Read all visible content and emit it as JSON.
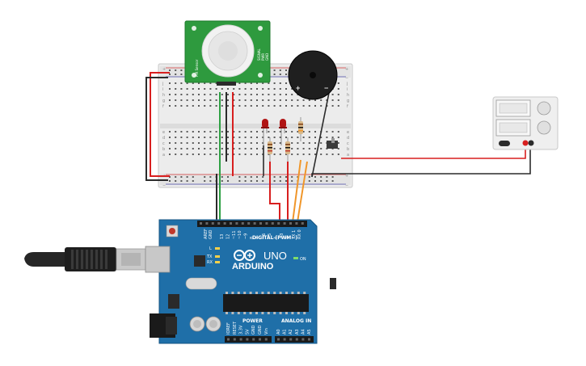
{
  "arduino": {
    "logo": "ARDUINO",
    "model": "UNO",
    "digital_header": "DIGITAL (PWM~)",
    "power_header": "POWER",
    "analog_header": "ANALOG IN",
    "on_label": "ON",
    "tx_label": "TX",
    "rx_label": "RX",
    "l_label": "L",
    "aref_label": "AREF",
    "gnd_label": "GND",
    "pin_labels": [
      "13",
      "12",
      "~11",
      "~10",
      "~9",
      "8",
      "7",
      "~6",
      "~5",
      "4",
      "~3",
      "2",
      "TX 1",
      "RX 0"
    ],
    "power_pins": [
      "IOREF",
      "RESET",
      "3.3V",
      "5V",
      "GND",
      "GND",
      "Vin"
    ],
    "analog_pins": [
      "A0",
      "A1",
      "A2",
      "A3",
      "A4",
      "A5"
    ],
    "board_color": "#1f6fa8"
  },
  "pir_sensor": {
    "label_left": "PIR Sensor",
    "pins": [
      "SIGNAL",
      "PWR",
      "GND"
    ],
    "board_color": "#2e9a3e"
  },
  "buzzer": {
    "plus": "+",
    "minus": "−"
  },
  "breadboard": {
    "row_letters_top": [
      "j",
      "i",
      "h",
      "g",
      "f"
    ],
    "row_letters_bottom": [
      "e",
      "d",
      "c",
      "b",
      "a"
    ],
    "rail_plus": "+",
    "rail_minus": "−"
  },
  "wires": {
    "red": "#d81f1f",
    "black": "#2b2b2b",
    "green": "#2ea043",
    "orange": "#f0962a"
  },
  "leds": {
    "color": "#b01414"
  }
}
